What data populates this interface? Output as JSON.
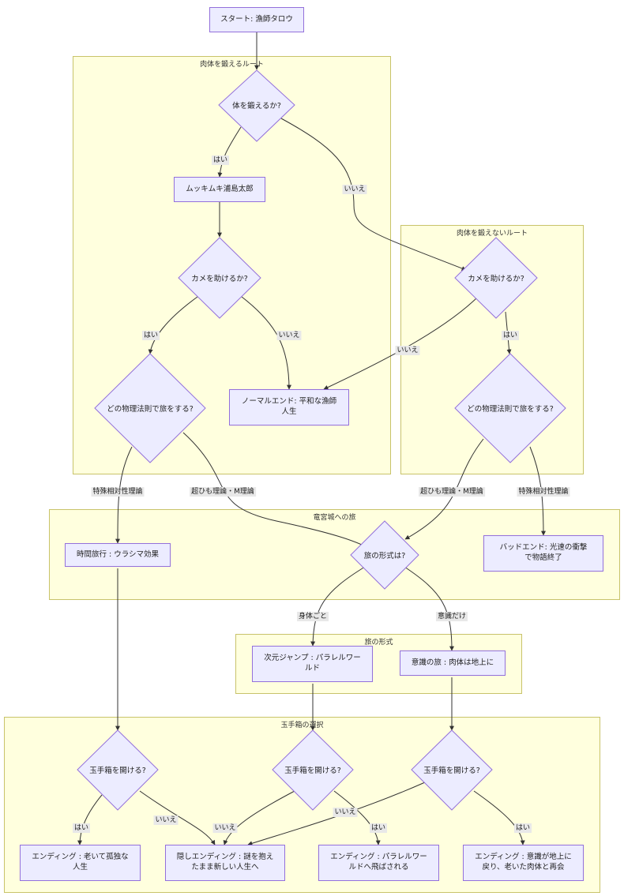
{
  "clusters": {
    "body_train": "肉体を鍛えるルート",
    "no_train": "肉体を鍛えないルート",
    "ryugu": "竜宮城への旅",
    "travel_form": "旅の形式",
    "tamatebako": "玉手箱の選択"
  },
  "nodes": {
    "start": "スタート: 漁師タロウ",
    "q_train": "体を鍛えるか?",
    "muscle": "ムッキムキ浦島太郎",
    "q_turtle_a": "カメを助けるか?",
    "q_turtle_b": "カメを助けるか?",
    "normal_end": "ノーマルエンド: 平和な漁師人生",
    "q_physics_a": "どの物理法則で旅をする?",
    "q_physics_b": "どの物理法則で旅をする?",
    "time_travel": "時間旅行 : ウラシマ効果",
    "q_form": "旅の形式は?",
    "bad_end": "バッドエンド: 光速の衝撃で物語終了",
    "dim_jump": "次元ジャンプ : パラレルワールド",
    "mind_trip": "意識の旅 : 肉体は地上に",
    "q_box_a": "玉手箱を開ける?",
    "q_box_b": "玉手箱を開ける?",
    "q_box_c": "玉手箱を開ける?",
    "end_old": "エンディング : 老いて孤独な人生",
    "end_hidden": "隠しエンディング : 謎を抱えたまま新しい人生へ",
    "end_parallel": "エンディング : パラレルワールドへ飛ばされる",
    "end_reunion": "エンディング : 意識が地上に戻り、老いた肉体と再会"
  },
  "edges": {
    "train_yes": "はい",
    "train_no": "いいえ",
    "turtle_a_yes": "はい",
    "turtle_a_no": "いいえ",
    "turtle_b_no": "いいえ",
    "turtle_b_yes": "はい",
    "phys_a_sr": "特殊相対性理論",
    "phys_a_st": "超ひも理論・M理論",
    "phys_b_st": "超ひも理論・M理論",
    "phys_b_sr": "特殊相対性理論",
    "form_body": "身体ごと",
    "form_mind": "意識だけ",
    "box_a_yes": "はい",
    "box_a_no": "いいえ",
    "box_b_no": "いいえ",
    "box_b_yes": "はい",
    "box_c_no": "いいえ",
    "box_c_yes": "はい"
  }
}
